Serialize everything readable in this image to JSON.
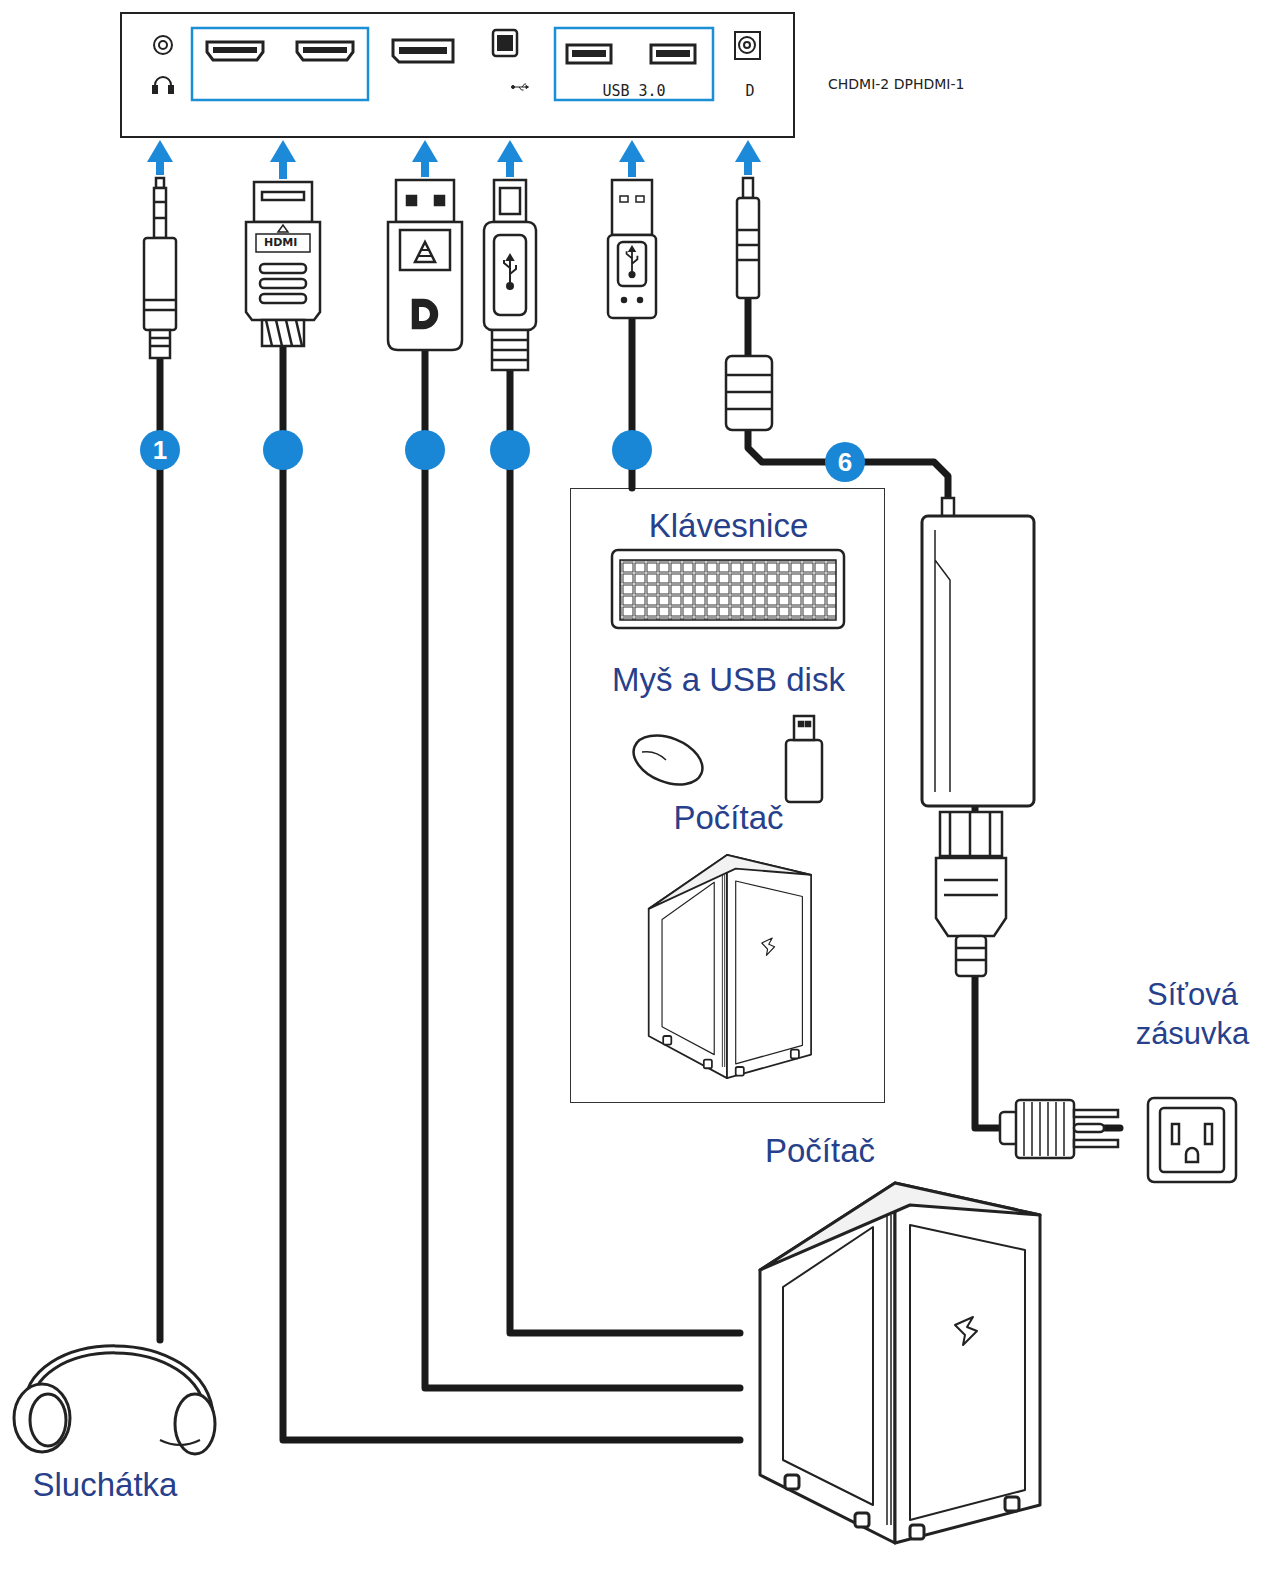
{
  "diagram": {
    "nodes": [
      {
        "text": [
          "USB 3.0",
          "D"
        ]
      },
      {
        "text": [
          "Klávesnice",
          "Myš a USB disk",
          "Počítač"
        ]
      },
      {
        "text": [
          "Počítač"
        ]
      },
      {
        "text": [
          "Sluchátka"
        ]
      },
      {
        "text": [
          "Síťová zásuvka"
        ]
      }
    ],
    "edges": [
      {
        "from": 3,
        "to": 0,
        "arrow": "to",
        "label": "1"
      },
      {
        "from": 2,
        "to": 0,
        "arrow": "to"
      },
      {
        "from": 2,
        "to": 0,
        "arrow": "to"
      },
      {
        "from": 2,
        "to": 0,
        "arrow": "to"
      },
      {
        "from": 1,
        "to": 0,
        "arrow": "to"
      },
      {
        "from": 4,
        "to": 0,
        "arrow": "to",
        "label": "6"
      }
    ],
    "labels": [
      "CHDMI-2 DPHDMI-1",
      "HDMI"
    ]
  }
}
